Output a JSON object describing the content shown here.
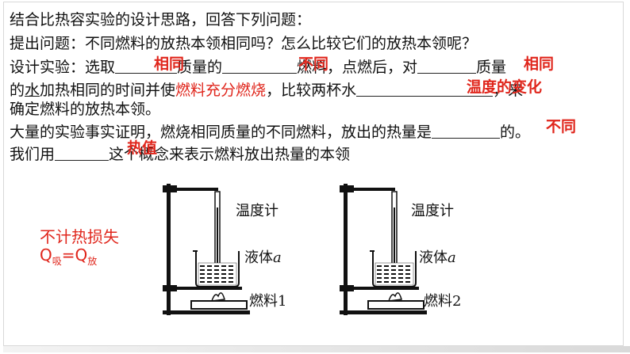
{
  "lines": {
    "title": "结合比热容实验的设计思路，回答下列问题：",
    "question": "提出问题：不同燃料的放热本领相同吗？怎么比较它们的放热本领呢？",
    "design_a": "设计实验：选取",
    "design_b": "质量的",
    "design_c": "燃料，点燃后，对",
    "design_d": "质量",
    "l4_a": "的",
    "l4_water": "水",
    "l4_b": "加热相同的时间并使",
    "l4_red": "燃料充分燃烧",
    "l4_c": "，比较两杯水",
    "l4_d": "，来",
    "l5": "确定燃料的放热本领。",
    "l6_a": "大量的实验事实证明，燃烧相同质量的不同燃料，放出的热量是",
    "l6_b": "的。",
    "l7_a": "我们用",
    "l7_b": "这个概念来表示燃料放出热量的本领"
  },
  "answers": {
    "a1": "相同",
    "a2": "不同",
    "a3": "相同",
    "a4": "温度的变化",
    "a5": "不同",
    "a6": "热值"
  },
  "note": {
    "line1": "不计热损失",
    "q1": "Q",
    "sub1": "吸",
    "eq": "=",
    "q2": "Q",
    "sub2": "放"
  },
  "apparatus": [
    {
      "thermometer": "温度计",
      "liquid": "液体",
      "liquid_var": "a",
      "fuel": "燃料1"
    },
    {
      "thermometer": "温度计",
      "liquid": "液体",
      "liquid_var": "a",
      "fuel": "燃料2"
    }
  ],
  "colors": {
    "answer": "#e0261c",
    "ink": "#111111"
  }
}
